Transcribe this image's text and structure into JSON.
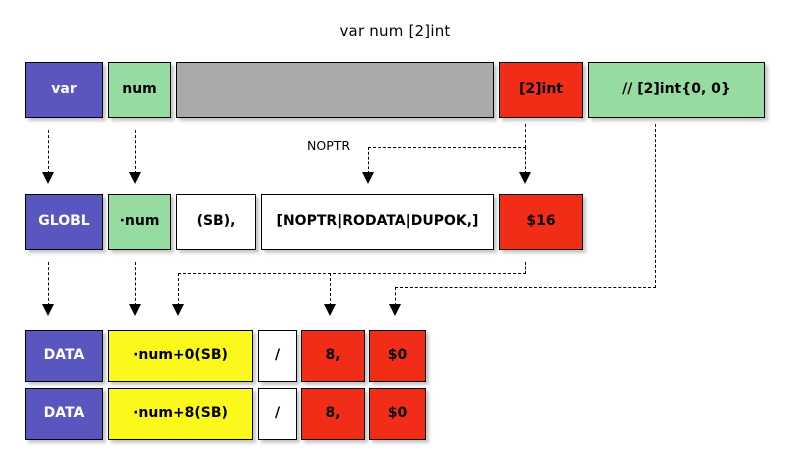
{
  "title": "var num [2]int",
  "rows": {
    "declaration": {
      "name": "go-declaration-row",
      "cells": [
        {
          "label": "var",
          "color": "#5a56c0"
        },
        {
          "label": "num",
          "color": "#96dba0"
        },
        {
          "label": "",
          "color": "#aaaaaa"
        },
        {
          "label": "[2]int",
          "color": "#f22d17"
        },
        {
          "label": "// [2]int{0, 0}",
          "color": "#96dba0"
        }
      ]
    },
    "globl": {
      "name": "globl-directive-row",
      "cells": [
        {
          "label": "GLOBL",
          "color": "#5a56c0"
        },
        {
          "label": "·num",
          "color": "#96dba0"
        },
        {
          "label": "(SB),",
          "color": "#ffffff"
        },
        {
          "label": "[NOPTR|RODATA|DUPOK,]",
          "color": "#ffffff"
        },
        {
          "label": "$16",
          "color": "#f22d17"
        }
      ]
    },
    "data0": {
      "name": "data-directive-row-0",
      "cells": [
        {
          "label": "DATA",
          "color": "#5a56c0"
        },
        {
          "label": "·num+0(SB)",
          "color": "#fbf91c"
        },
        {
          "label": "/",
          "color": "#ffffff"
        },
        {
          "label": "8,",
          "color": "#f22d17"
        },
        {
          "label": "$0",
          "color": "#f22d17"
        }
      ]
    },
    "data8": {
      "name": "data-directive-row-1",
      "cells": [
        {
          "label": "DATA",
          "color": "#5a56c0"
        },
        {
          "label": "·num+8(SB)",
          "color": "#fbf91c"
        },
        {
          "label": "/",
          "color": "#ffffff"
        },
        {
          "label": "8,",
          "color": "#f22d17"
        },
        {
          "label": "$0",
          "color": "#f22d17"
        }
      ]
    }
  },
  "annotations": {
    "noptr": "NOPTR"
  },
  "palette": {
    "blue": "#5a56c0",
    "green": "#96dba0",
    "gray": "#aaaaaa",
    "red": "#f22d17",
    "yellow": "#fbf91c",
    "white": "#ffffff",
    "outline": "#000000",
    "background": "#ffffff"
  }
}
